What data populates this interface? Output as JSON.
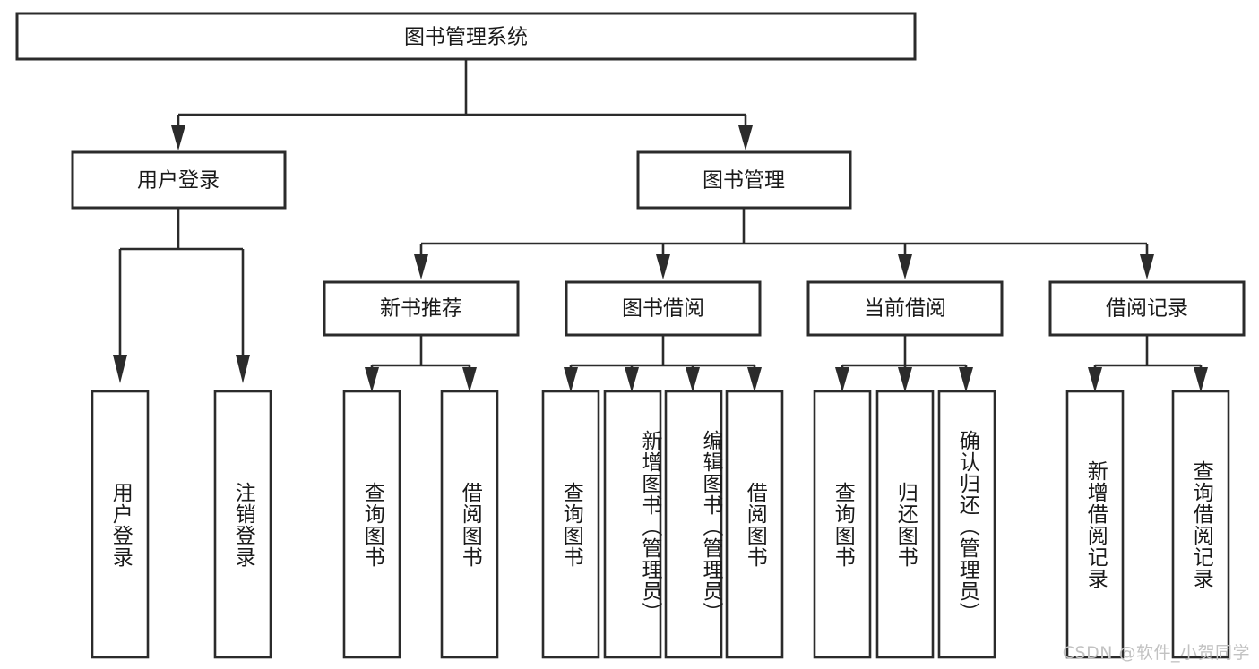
{
  "diagram": {
    "title": "图书管理系统",
    "type": "tree-hierarchy",
    "orientation": "top-down",
    "colors": {
      "box_stroke": "#2b2b2b",
      "box_fill": "#ffffff",
      "connector": "#2b2b2b",
      "text": "#1a1a1a",
      "watermark": "#c2c2c2",
      "background": "#ffffff"
    },
    "root": {
      "label": "图书管理系统"
    },
    "level2": [
      {
        "label": "用户登录"
      },
      {
        "label": "图书管理"
      }
    ],
    "level3": [
      {
        "label": "新书推荐"
      },
      {
        "label": "图书借阅"
      },
      {
        "label": "当前借阅"
      },
      {
        "label": "借阅记录"
      }
    ],
    "leaves": {
      "user_login": [
        {
          "label": "用户登录"
        },
        {
          "label": "注销登录"
        }
      ],
      "new_book_recommend": [
        {
          "label": "查询图书"
        },
        {
          "label": "借阅图书"
        }
      ],
      "book_borrow": [
        {
          "label": "查询图书"
        },
        {
          "label": "新增图书（管理员）"
        },
        {
          "label": "编辑图书（管理员）"
        },
        {
          "label": "借阅图书"
        }
      ],
      "current_borrow": [
        {
          "label": "查询图书"
        },
        {
          "label": "归还图书"
        },
        {
          "label": "确认归还（管理员）"
        }
      ],
      "borrow_record": [
        {
          "label": "新增借阅记录"
        },
        {
          "label": "查询借阅记录"
        }
      ]
    }
  },
  "watermark": {
    "text": "CSDN @软件_小贺同学"
  }
}
